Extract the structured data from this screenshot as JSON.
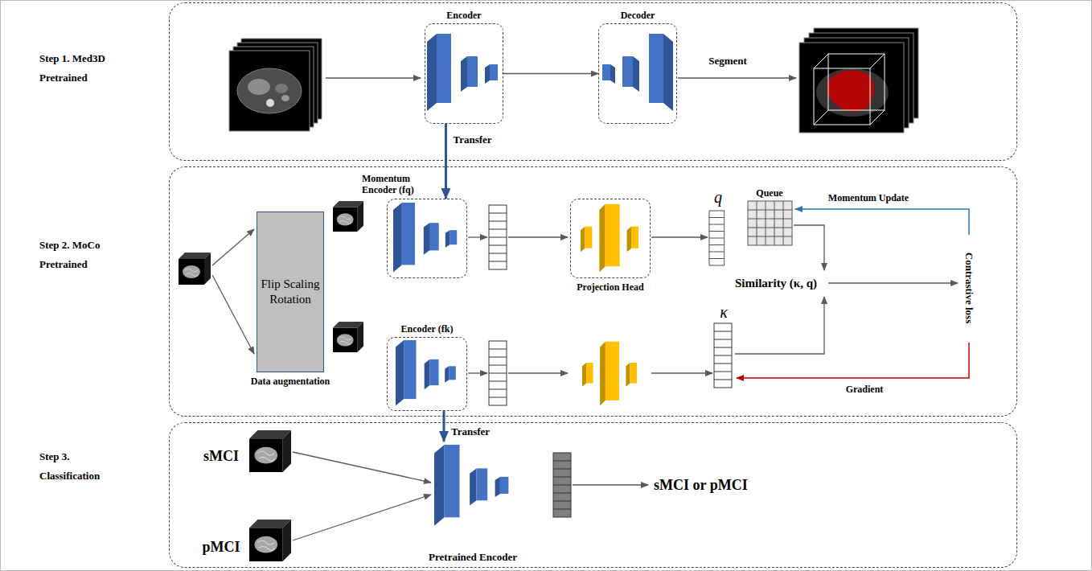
{
  "diagram": {
    "nodes": [
      {
        "text": [
          "Step 1. Med3D Pretrained"
        ]
      },
      {
        "text": [
          "Encoder"
        ],
        "in": 0
      },
      {
        "text": [
          "Decoder"
        ],
        "in": 0
      },
      {
        "text": [
          "Step 2. MoCo Pretrained"
        ]
      },
      {
        "text": [
          "Flip Scaling Rotation",
          "Data augmentation"
        ],
        "in": 3
      },
      {
        "text": [
          "Momentum Encoder (fq)"
        ],
        "in": 3
      },
      {
        "text": [
          "Projection Head"
        ],
        "in": 3
      },
      {
        "text": [
          "Encoder (fk)"
        ],
        "in": 3
      },
      {
        "text": [
          "Step 3. Classification"
        ]
      },
      {
        "text": [
          "Pretrained Encoder"
        ],
        "in": 8
      }
    ],
    "edges": [
      {
        "from": 1,
        "to": 2,
        "arrow": "to"
      },
      {
        "from": 1,
        "to": 5,
        "label": "Transfer",
        "arrow": "to"
      },
      {
        "from": 7,
        "to": 9,
        "label": "Transfer",
        "arrow": "to"
      }
    ],
    "labels": [
      "Segment",
      "q",
      "Queue",
      "Momentum Update",
      "Similarity (κ, q)",
      "Contrastive loss",
      "Gradient",
      "κ",
      "sMCI",
      "pMCI",
      "sMCI or pMCI"
    ]
  }
}
